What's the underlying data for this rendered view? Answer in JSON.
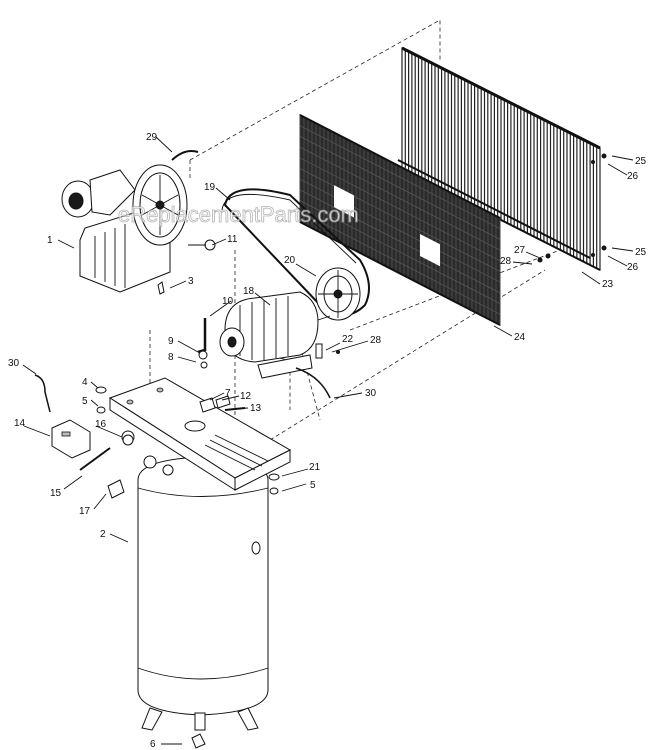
{
  "watermark": "eReplacementParts.com",
  "callouts": [
    "1",
    "2",
    "3",
    "4",
    "5",
    "5",
    "6",
    "7",
    "8",
    "9",
    "10",
    "11",
    "12",
    "13",
    "14",
    "15",
    "16",
    "17",
    "18",
    "19",
    "20",
    "21",
    "22",
    "23",
    "24",
    "25",
    "25",
    "26",
    "26",
    "27",
    "28",
    "28",
    "29",
    "30",
    "30"
  ]
}
